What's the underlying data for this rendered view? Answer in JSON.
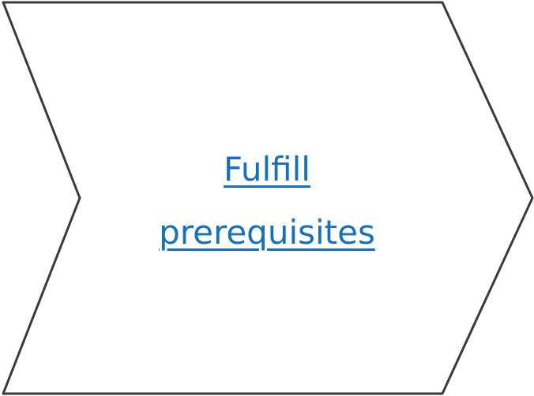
{
  "step": {
    "label_line1": "Fulfill",
    "label_line2": "prerequisites",
    "shape": "chevron-arrow"
  },
  "colors": {
    "link": "#1570c0",
    "outline": "#3a3a3a",
    "fill": "#ffffff"
  }
}
